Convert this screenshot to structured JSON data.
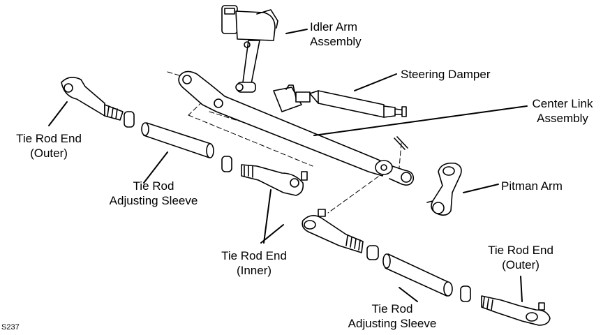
{
  "labels": {
    "idler_arm": [
      "Idler Arm",
      "Assembly"
    ],
    "steering_damper": "Steering Damper",
    "center_link": [
      "Center Link",
      "Assembly"
    ],
    "tie_rod_end_outer_left": [
      "Tie Rod End",
      "(Outer)"
    ],
    "tie_rod_sleeve_left": [
      "Tie Rod",
      "Adjusting Sleeve"
    ],
    "pitman_arm": "Pitman Arm",
    "tie_rod_end_inner": [
      "Tie Rod End",
      "(Inner)"
    ],
    "tie_rod_end_outer_right": [
      "Tie Rod End",
      "(Outer)"
    ],
    "tie_rod_sleeve_right": [
      "Tie Rod",
      "Adjusting Sleeve"
    ]
  },
  "figure_code": "S237"
}
